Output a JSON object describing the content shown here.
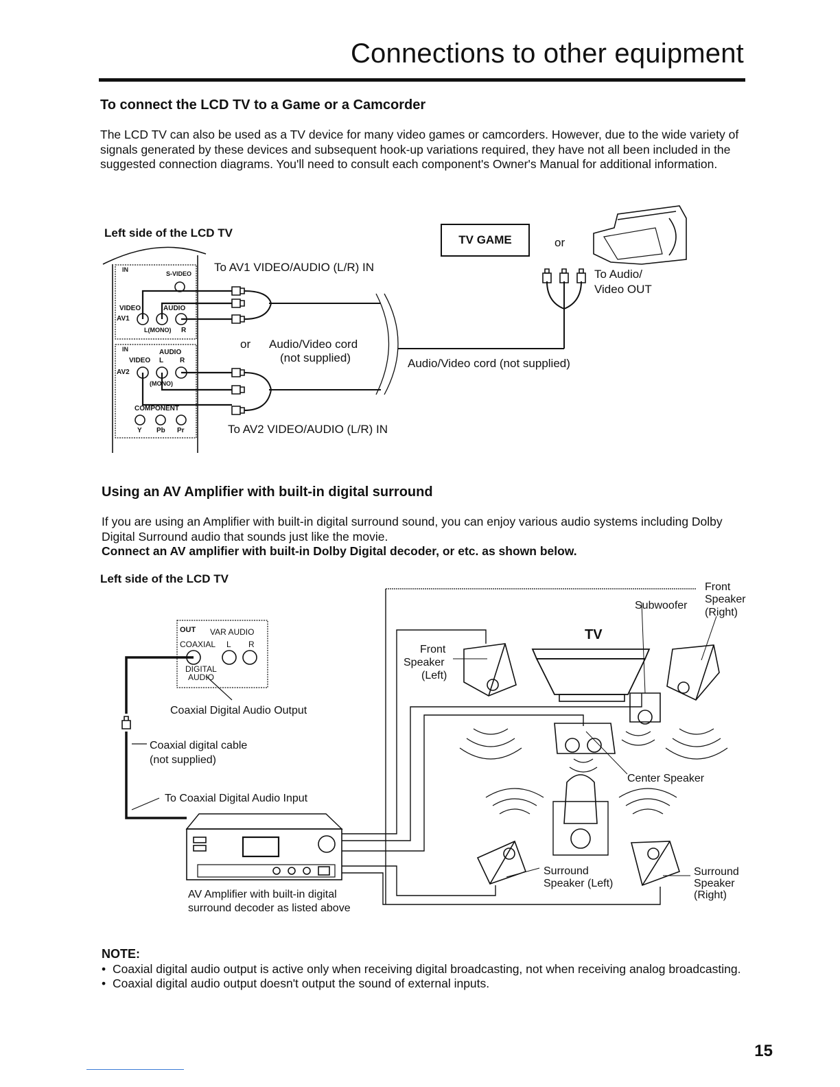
{
  "header": {
    "title": "Connections to other equipment"
  },
  "section1": {
    "heading": "To connect the LCD TV to a Game or a Camcorder",
    "paragraph": "The LCD TV can also be used as a TV device for many video games or camcorders. However, due to the wide variety of signals generated by these devices and subsequent hook-up variations required, they have not all been included in the suggested connection diagrams. You'll need to consult each component's Owner's Manual for additional information.",
    "diagram": {
      "side_label": "Left side of the LCD TV",
      "av1_label": "To AV1 VIDEO/AUDIO (L/R) IN",
      "av2_label": "To AV2 VIDEO/AUDIO (L/R) IN",
      "or_inner": "or",
      "cord_inner": "Audio/Video cord",
      "cord_inner_note": "(not supplied)",
      "cord_outer": "Audio/Video cord (not supplied)",
      "tv_game": "TV GAME",
      "or_outer": "or",
      "to_out_1": "To Audio/",
      "to_out_2": "Video OUT",
      "panel": {
        "in1": "IN",
        "svideo": "S-VIDEO",
        "video": "VIDEO",
        "audio": "AUDIO",
        "av1": "AV1",
        "lmono": "L(MONO)",
        "r": "R",
        "in2": "IN",
        "audio2": "AUDIO",
        "video2": "VIDEO",
        "l2": "L",
        "r2": "R",
        "av2": "AV2",
        "mono2": "(MONO)",
        "component": "COMPONENT",
        "y": "Y",
        "pb": "Pb",
        "pr": "Pr"
      }
    }
  },
  "section2": {
    "heading": "Using an AV Amplifier with built-in digital surround",
    "paragraph": "If you are using an Amplifier with built-in digital surround sound, you can enjoy various audio systems including Dolby Digital Surround audio that sounds just like the movie.",
    "bold_line": "Connect an AV amplifier with built-in Dolby Digital decoder, or etc. as shown below.",
    "diagram": {
      "side_label": "Left side of the LCD TV",
      "panel_out": "OUT",
      "panel_var": "VAR AUDIO",
      "panel_coax": "COAXIAL",
      "panel_l": "L",
      "panel_r": "R",
      "panel_digital": "DIGITAL",
      "panel_audio": "AUDIO",
      "coax_output": "Coaxial Digital Audio Output",
      "coax_cable_1": "Coaxial digital cable",
      "coax_cable_2": "(not supplied)",
      "to_coax_input": "To Coaxial Digital Audio Input",
      "amp_1": "AV Amplifier with built-in digital",
      "amp_2": "surround decoder as listed above",
      "front_left_1": "Front",
      "front_left_2": "Speaker",
      "front_left_3": "(Left)",
      "tv": "TV",
      "subwoofer": "Subwoofer",
      "front_right_1": "Front",
      "front_right_2": "Speaker",
      "front_right_3": "(Right)",
      "center": "Center Speaker",
      "surround_left_1": "Surround",
      "surround_left_2": "Speaker (Left)",
      "surround_right_1": "Surround",
      "surround_right_2": "Speaker",
      "surround_right_3": "(Right)"
    }
  },
  "note": {
    "title": "NOTE:",
    "items": [
      "Coaxial digital audio output is active only when receiving digital broadcasting, not when receiving analog broadcasting.",
      "Coaxial digital audio output doesn't output the sound of external inputs."
    ]
  },
  "page_number": "15"
}
